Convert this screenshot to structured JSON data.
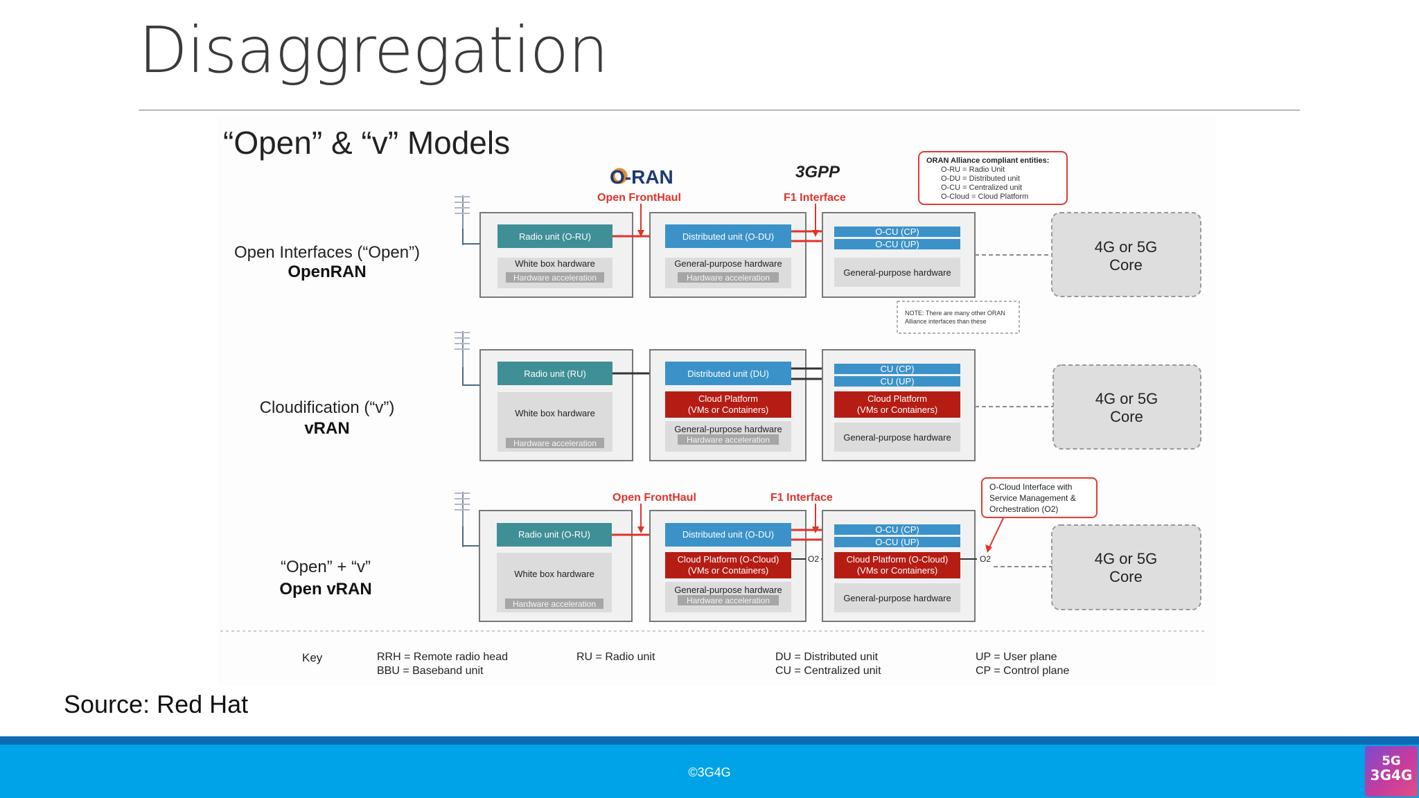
{
  "slide": {
    "title": "Disaggregation",
    "source": "Source: Red Hat",
    "copyright": "©3G4G"
  },
  "logo": {
    "line1": "5G",
    "line2": "3G4G"
  },
  "diagram": {
    "heading": "“Open” & “v” Models",
    "oran_logo": "O-RAN",
    "gpp_logo": "3GPP",
    "callout_oran": {
      "title": "ORAN Alliance compliant entities:",
      "lines": [
        "O-RU = Radio Unit",
        "O-DU = Distributed unit",
        "O-CU = Centralized unit",
        "O-Cloud = Cloud Platform"
      ]
    },
    "note": [
      "NOTE: There are many other ORAN",
      "Alliance interfaces than these"
    ],
    "callout_ocloud": [
      "O-Cloud Interface with",
      "Service Management &",
      "Orchestration (O2)"
    ],
    "interfaces": {
      "open_fronthaul": "Open FrontHaul",
      "f1": "F1 Interface",
      "o2": "O2"
    },
    "core": [
      "4G or 5G",
      "Core"
    ],
    "rows": {
      "open": {
        "label1": "Open Interfaces (“Open”)",
        "label2": "OpenRAN",
        "ru": "Radio unit (O-RU)",
        "ru_hw": "White box hardware",
        "ru_accel": "Hardware acceleration",
        "du": "Distributed unit (O-DU)",
        "du_hw": "General-purpose hardware",
        "du_accel": "Hardware acceleration",
        "cu_cp": "O-CU (CP)",
        "cu_up": "O-CU (UP)",
        "cu_hw": "General-purpose hardware"
      },
      "v": {
        "label1": "Cloudification (“v”)",
        "label2": "vRAN",
        "ru": "Radio unit (RU)",
        "ru_hw": "White box hardware",
        "ru_accel": "Hardware acceleration",
        "du": "Distributed unit (DU)",
        "du_cloud1": "Cloud Platform",
        "du_cloud2": "(VMs or Containers)",
        "du_hw": "General-purpose hardware",
        "du_accel": "Hardware acceleration",
        "cu_cp": "CU (CP)",
        "cu_up": "CU (UP)",
        "cu_cloud1": "Cloud Platform",
        "cu_cloud2": "(VMs or Containers)",
        "cu_hw": "General-purpose hardware"
      },
      "openv": {
        "label1": "“Open” + “v”",
        "label2": "Open vRAN",
        "ru": "Radio unit (O-RU)",
        "ru_hw": "White box hardware",
        "ru_accel": "Hardware acceleration",
        "du": "Distributed unit (O-DU)",
        "du_cloud1": "Cloud Platform (O-Cloud)",
        "du_cloud2": "(VMs or Containers)",
        "du_hw": "General-purpose hardware",
        "du_accel": "Hardware acceleration",
        "cu_cp": "O-CU (CP)",
        "cu_up": "O-CU (UP)",
        "cu_cloud1": "Cloud Platform (O-Cloud)",
        "cu_cloud2": "(VMs or Containers)",
        "cu_hw": "General-purpose hardware"
      }
    },
    "key": {
      "label": "Key",
      "rrh": "RRH = Remote radio head",
      "bbu": "BBU = Baseband unit",
      "ru": "RU = Radio unit",
      "du": "DU = Distributed unit",
      "cu": "CU = Centralized unit",
      "up": "UP = User plane",
      "cp": "CP = Control plane"
    },
    "colors": {
      "teal": "#3f8f96",
      "blue": "#3b92c9",
      "red_cloud": "#b51d14",
      "red_line": "#e0332b",
      "panel_gray": "#dcdcdc"
    }
  }
}
